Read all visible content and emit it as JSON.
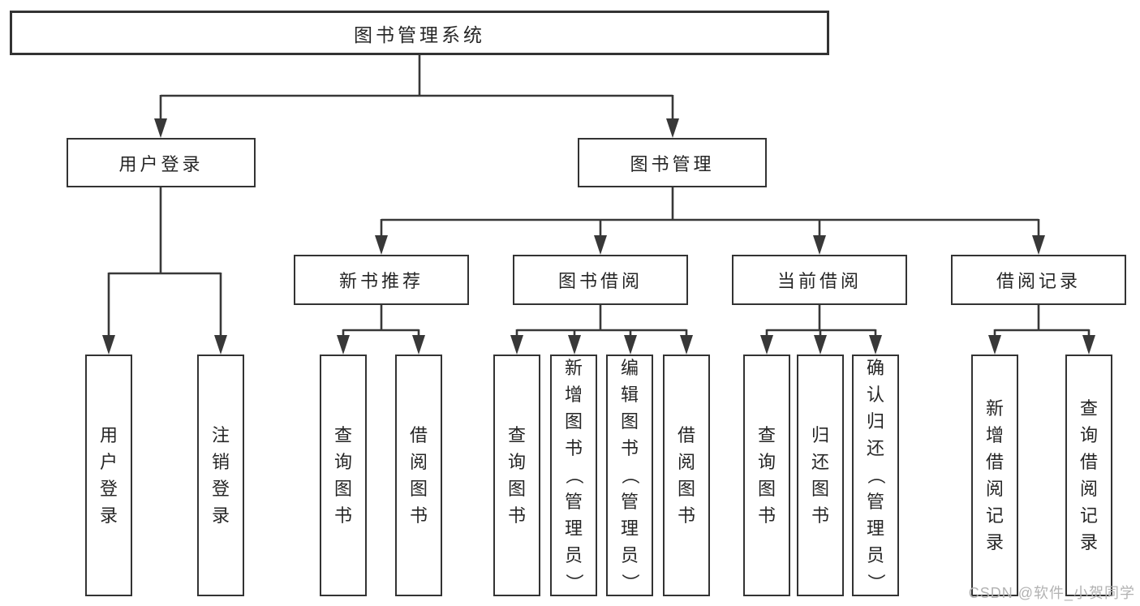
{
  "tree": {
    "root": {
      "label": "图书管理系统"
    },
    "branches": [
      {
        "label": "用户登录",
        "children": [
          {
            "label": "用户登录"
          },
          {
            "label": "注销登录"
          }
        ]
      },
      {
        "label": "图书管理",
        "modules": [
          {
            "label": "新书推荐",
            "children": [
              {
                "label": "查询图书"
              },
              {
                "label": "借阅图书"
              }
            ]
          },
          {
            "label": "图书借阅",
            "children": [
              {
                "label": "查询图书"
              },
              {
                "label": "新增图书（管理员）"
              },
              {
                "label": "编辑图书（管理员）"
              },
              {
                "label": "借阅图书"
              }
            ]
          },
          {
            "label": "当前借阅",
            "children": [
              {
                "label": "查询图书"
              },
              {
                "label": "归还图书"
              },
              {
                "label": "确认归还（管理员）"
              }
            ]
          },
          {
            "label": "借阅记录",
            "children": [
              {
                "label": "新增借阅记录"
              },
              {
                "label": "查询借阅记录"
              }
            ]
          }
        ]
      }
    ]
  },
  "watermark": {
    "text": "CSDN @软件_小贺同学"
  },
  "colors": {
    "line": "#383838",
    "border": "#333333",
    "text": "#262626",
    "background": "#ffffff",
    "watermark": "#b2b2b2"
  }
}
